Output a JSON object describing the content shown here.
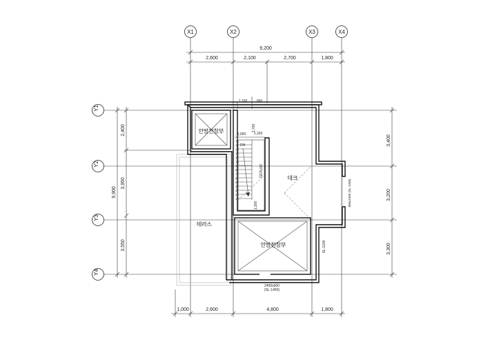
{
  "grid_x": [
    {
      "id": "x1",
      "label": "X1"
    },
    {
      "id": "x2",
      "label": "X2"
    },
    {
      "id": "x3",
      "label": "X3"
    },
    {
      "id": "x4",
      "label": "X4"
    }
  ],
  "grid_y": [
    {
      "id": "y1",
      "label": "Y1"
    },
    {
      "id": "y2",
      "label": "Y2"
    },
    {
      "id": "y3",
      "label": "Y3"
    },
    {
      "id": "y4",
      "label": "Y4"
    }
  ],
  "dims": {
    "top_total": "9,200",
    "top": [
      "2,600",
      "2,100",
      "2,700",
      "1,800"
    ],
    "bottom": [
      "1,000",
      "2,600",
      "4,800",
      "1,800"
    ],
    "left_total": "9,900",
    "left": [
      "2,400",
      "3,950",
      "3,550"
    ],
    "right": [
      "3,400",
      "3,200",
      "3,300"
    ],
    "small_top_a": "1,150",
    "small_top_b": "950",
    "small_1000": "1,000",
    "small_1100": "1,100",
    "small_2700": "2,700",
    "small_1200": "1,200",
    "stair_note": "2970(15)",
    "side_opening": "800x1500 (SL-1200)",
    "right_sl": "SL-1200"
  },
  "rooms": {
    "upper_left": "안방천창부",
    "deck": "데크",
    "terrace": "테라스",
    "lower": "안방천창부",
    "stair_dn": "DN"
  },
  "opening_note_1": "2400x600",
  "opening_note_2": "(SL-1450)",
  "stair_numbers": [
    "15",
    "14",
    "13",
    "12",
    "11",
    "10",
    "9",
    "8",
    "7",
    "6",
    "5",
    "4",
    "3",
    "2",
    "1"
  ]
}
